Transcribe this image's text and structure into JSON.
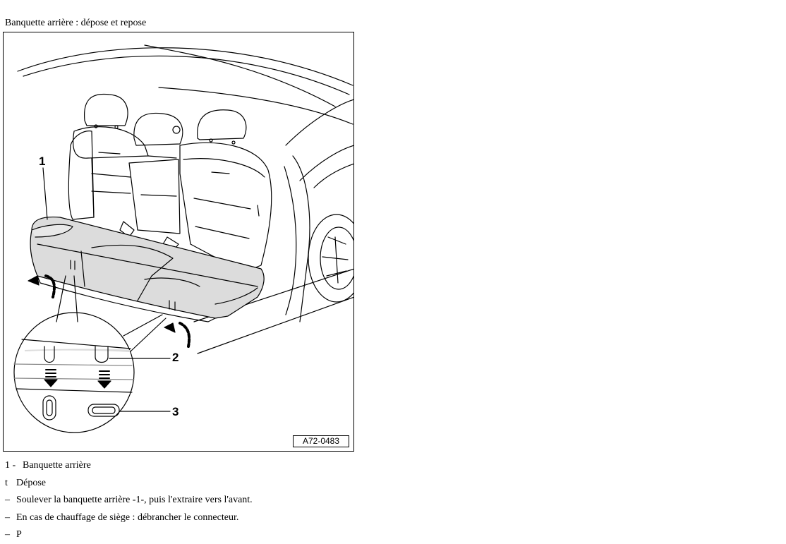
{
  "document": {
    "title": "Banquette arrière : dépose et repose"
  },
  "figure": {
    "code": "A72-0483",
    "callouts": [
      {
        "id": "1",
        "label": "1"
      },
      {
        "id": "2",
        "label": "2"
      },
      {
        "id": "3",
        "label": "3"
      }
    ]
  },
  "legend": {
    "item1_number": "1 -",
    "item1_text": "Banquette arrière"
  },
  "steps": {
    "removal_marker": "t",
    "removal_heading": "Dépose",
    "dash": "–",
    "step1": "Soulever la banquette arrière -1-, puis l'extraire vers l'avant.",
    "step2": "En cas de chauffage de siège : débrancher le connecteur.",
    "step3_partial": "P"
  }
}
